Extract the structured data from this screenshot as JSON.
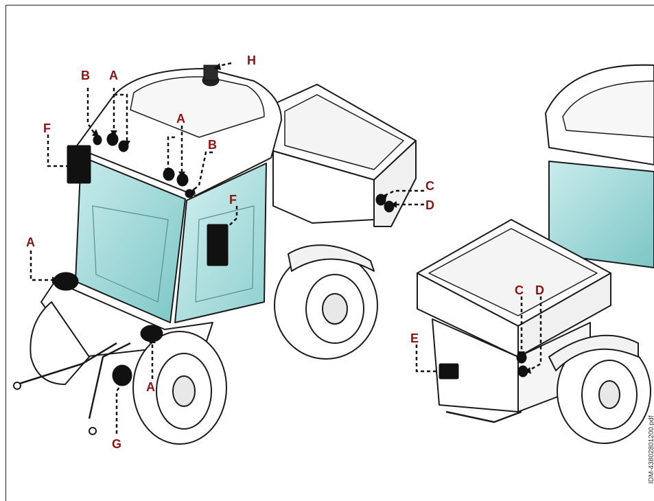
{
  "colors": {
    "callout": "#8a1414",
    "outline": "#1a1a1a",
    "glass": "#a9dcdc",
    "marker": "#111111"
  },
  "callouts": {
    "A": "A",
    "B": "B",
    "C": "C",
    "D": "D",
    "E": "E",
    "F": "F",
    "G": "G",
    "H": "H"
  },
  "doc_id": "IDM-43802801200.pdf"
}
